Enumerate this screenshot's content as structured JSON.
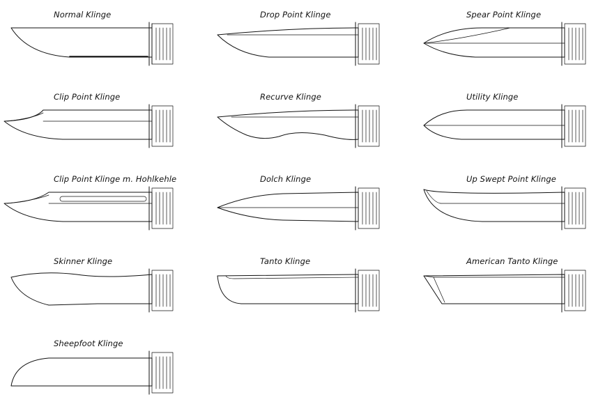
{
  "blades": [
    {
      "id": "normal",
      "label": "Normal Klinge"
    },
    {
      "id": "droppoint",
      "label": "Drop Point Klinge"
    },
    {
      "id": "spearpoint",
      "label": "Spear Point Klinge"
    },
    {
      "id": "clippoint",
      "label": "Clip Point Klinge"
    },
    {
      "id": "recurve",
      "label": "Recurve Klinge"
    },
    {
      "id": "utility",
      "label": "Utility Klinge"
    },
    {
      "id": "clipfuller",
      "label": "Clip Point Klinge m. Hohlkehle"
    },
    {
      "id": "dagger",
      "label": "Dolch Klinge"
    },
    {
      "id": "upswept",
      "label": "Up Swept Point Klinge"
    },
    {
      "id": "skinner",
      "label": "Skinner Klinge"
    },
    {
      "id": "tanto",
      "label": "Tanto Klinge"
    },
    {
      "id": "americantanto",
      "label": "American Tanto Klinge"
    },
    {
      "id": "sheepfoot",
      "label": "Sheepfoot Klinge"
    }
  ]
}
